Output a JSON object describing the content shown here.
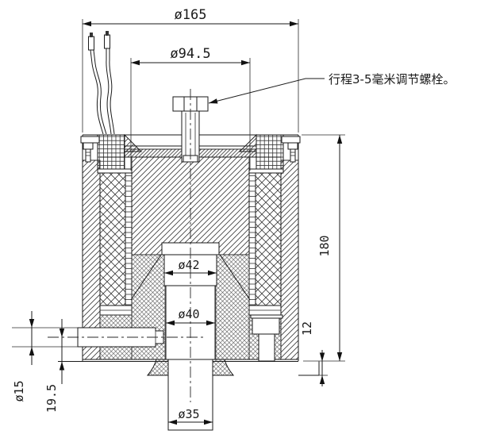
{
  "drawing": {
    "annotation": "行程3-5毫米调节螺栓。",
    "dimensions": {
      "overall_diameter": "ø165",
      "core_diameter": "ø94.5",
      "plunger_upper_diameter": "ø42",
      "plunger_lower_diameter": "ø40",
      "stem_diameter": "ø35",
      "pin_diameter": "ø15",
      "pin_offset": "19.5",
      "body_height": "180",
      "base_thickness": "12"
    },
    "colors": {
      "line": "#1a1a1a",
      "background": "#ffffff"
    }
  }
}
